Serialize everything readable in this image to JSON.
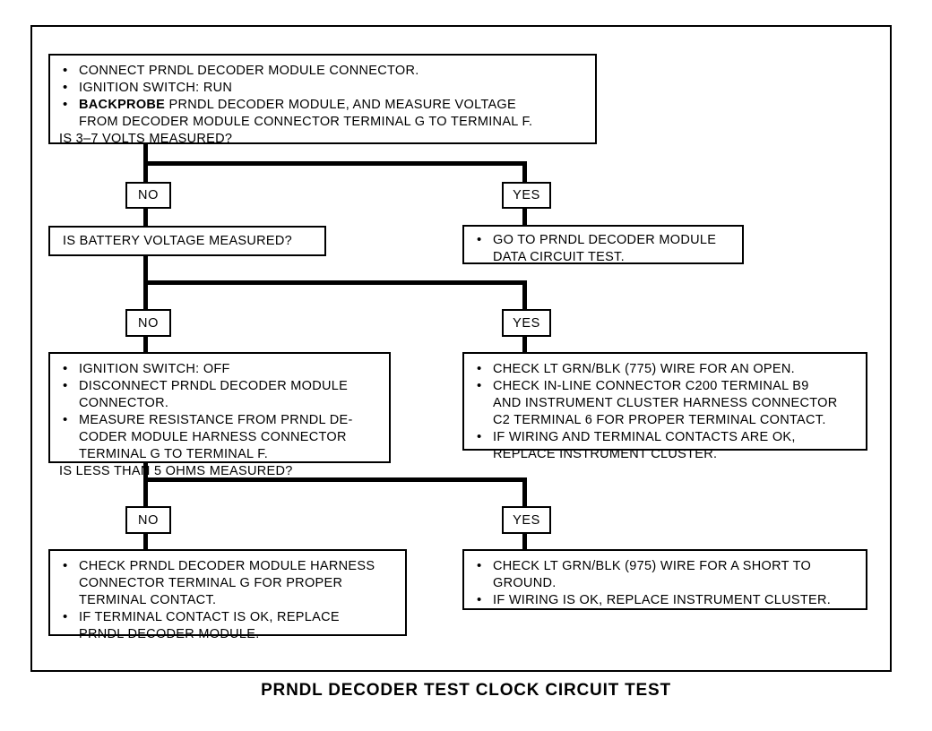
{
  "caption": "PRNDL DECODER TEST CLOCK CIRCUIT TEST",
  "colors": {
    "line": "#000000",
    "background": "#ffffff"
  },
  "branch_labels": {
    "no": "NO",
    "yes": "YES"
  },
  "boxes": {
    "step1": {
      "name": "initial-test-box",
      "bullets": [
        "CONNECT PRNDL DECODER MODULE CONNECTOR.",
        "IGNITION SWITCH: RUN"
      ],
      "bullet3_bold": "BACKPROBE",
      "bullet3_rest": " PRNDL DECODER MODULE, AND MEASURE VOLTAGE",
      "bullet3_cont": "FROM DECODER MODULE CONNECTOR TERMINAL G TO TERMINAL F.",
      "question": "IS 3–7 VOLTS MEASURED?"
    },
    "step1_yes": {
      "name": "goto-data-circuit-test-box",
      "bullet1": "GO TO PRNDL DECODER MODULE",
      "bullet1_cont": "DATA CIRCUIT TEST."
    },
    "step2": {
      "name": "battery-voltage-question-box",
      "question": "IS BATTERY VOLTAGE MEASURED?"
    },
    "step2_no": {
      "name": "resistance-measure-box",
      "bullet1": "IGNITION SWITCH: OFF",
      "bullet2": "DISCONNECT PRNDL DECODER MODULE",
      "bullet2_cont": "CONNECTOR.",
      "bullet3": "MEASURE RESISTANCE FROM PRNDL DE-",
      "bullet3_cont1": "CODER MODULE HARNESS CONNECTOR",
      "bullet3_cont2": "TERMINAL G TO TERMINAL F.",
      "question": "IS LESS THAN 5 OHMS MEASURED?"
    },
    "step2_yes": {
      "name": "check-open-wire-box",
      "bullet1": "CHECK LT GRN/BLK (775) WIRE FOR AN OPEN.",
      "bullet2": "CHECK IN-LINE CONNECTOR C200 TERMINAL B9",
      "bullet2_cont1": "AND INSTRUMENT CLUSTER HARNESS CONNECTOR",
      "bullet2_cont2": "C2 TERMINAL 6 FOR PROPER TERMINAL CONTACT.",
      "bullet3": "IF WIRING AND TERMINAL CONTACTS ARE OK,",
      "bullet3_cont1": "REPLACE INSTRUMENT CLUSTER."
    },
    "step3_no": {
      "name": "check-harness-terminal-box",
      "bullet1": "CHECK PRNDL DECODER MODULE HARNESS",
      "bullet1_cont1": "CONNECTOR TERMINAL G FOR PROPER",
      "bullet1_cont2": "TERMINAL CONTACT.",
      "bullet2": "IF TERMINAL CONTACT IS OK, REPLACE",
      "bullet2_cont1": "PRNDL DECODER MODULE."
    },
    "step3_yes": {
      "name": "check-short-to-ground-box",
      "bullet1": "CHECK LT GRN/BLK (975) WIRE FOR A SHORT TO",
      "bullet1_cont1": "GROUND.",
      "bullet2": "IF WIRING IS OK, REPLACE INSTRUMENT CLUSTER."
    }
  }
}
